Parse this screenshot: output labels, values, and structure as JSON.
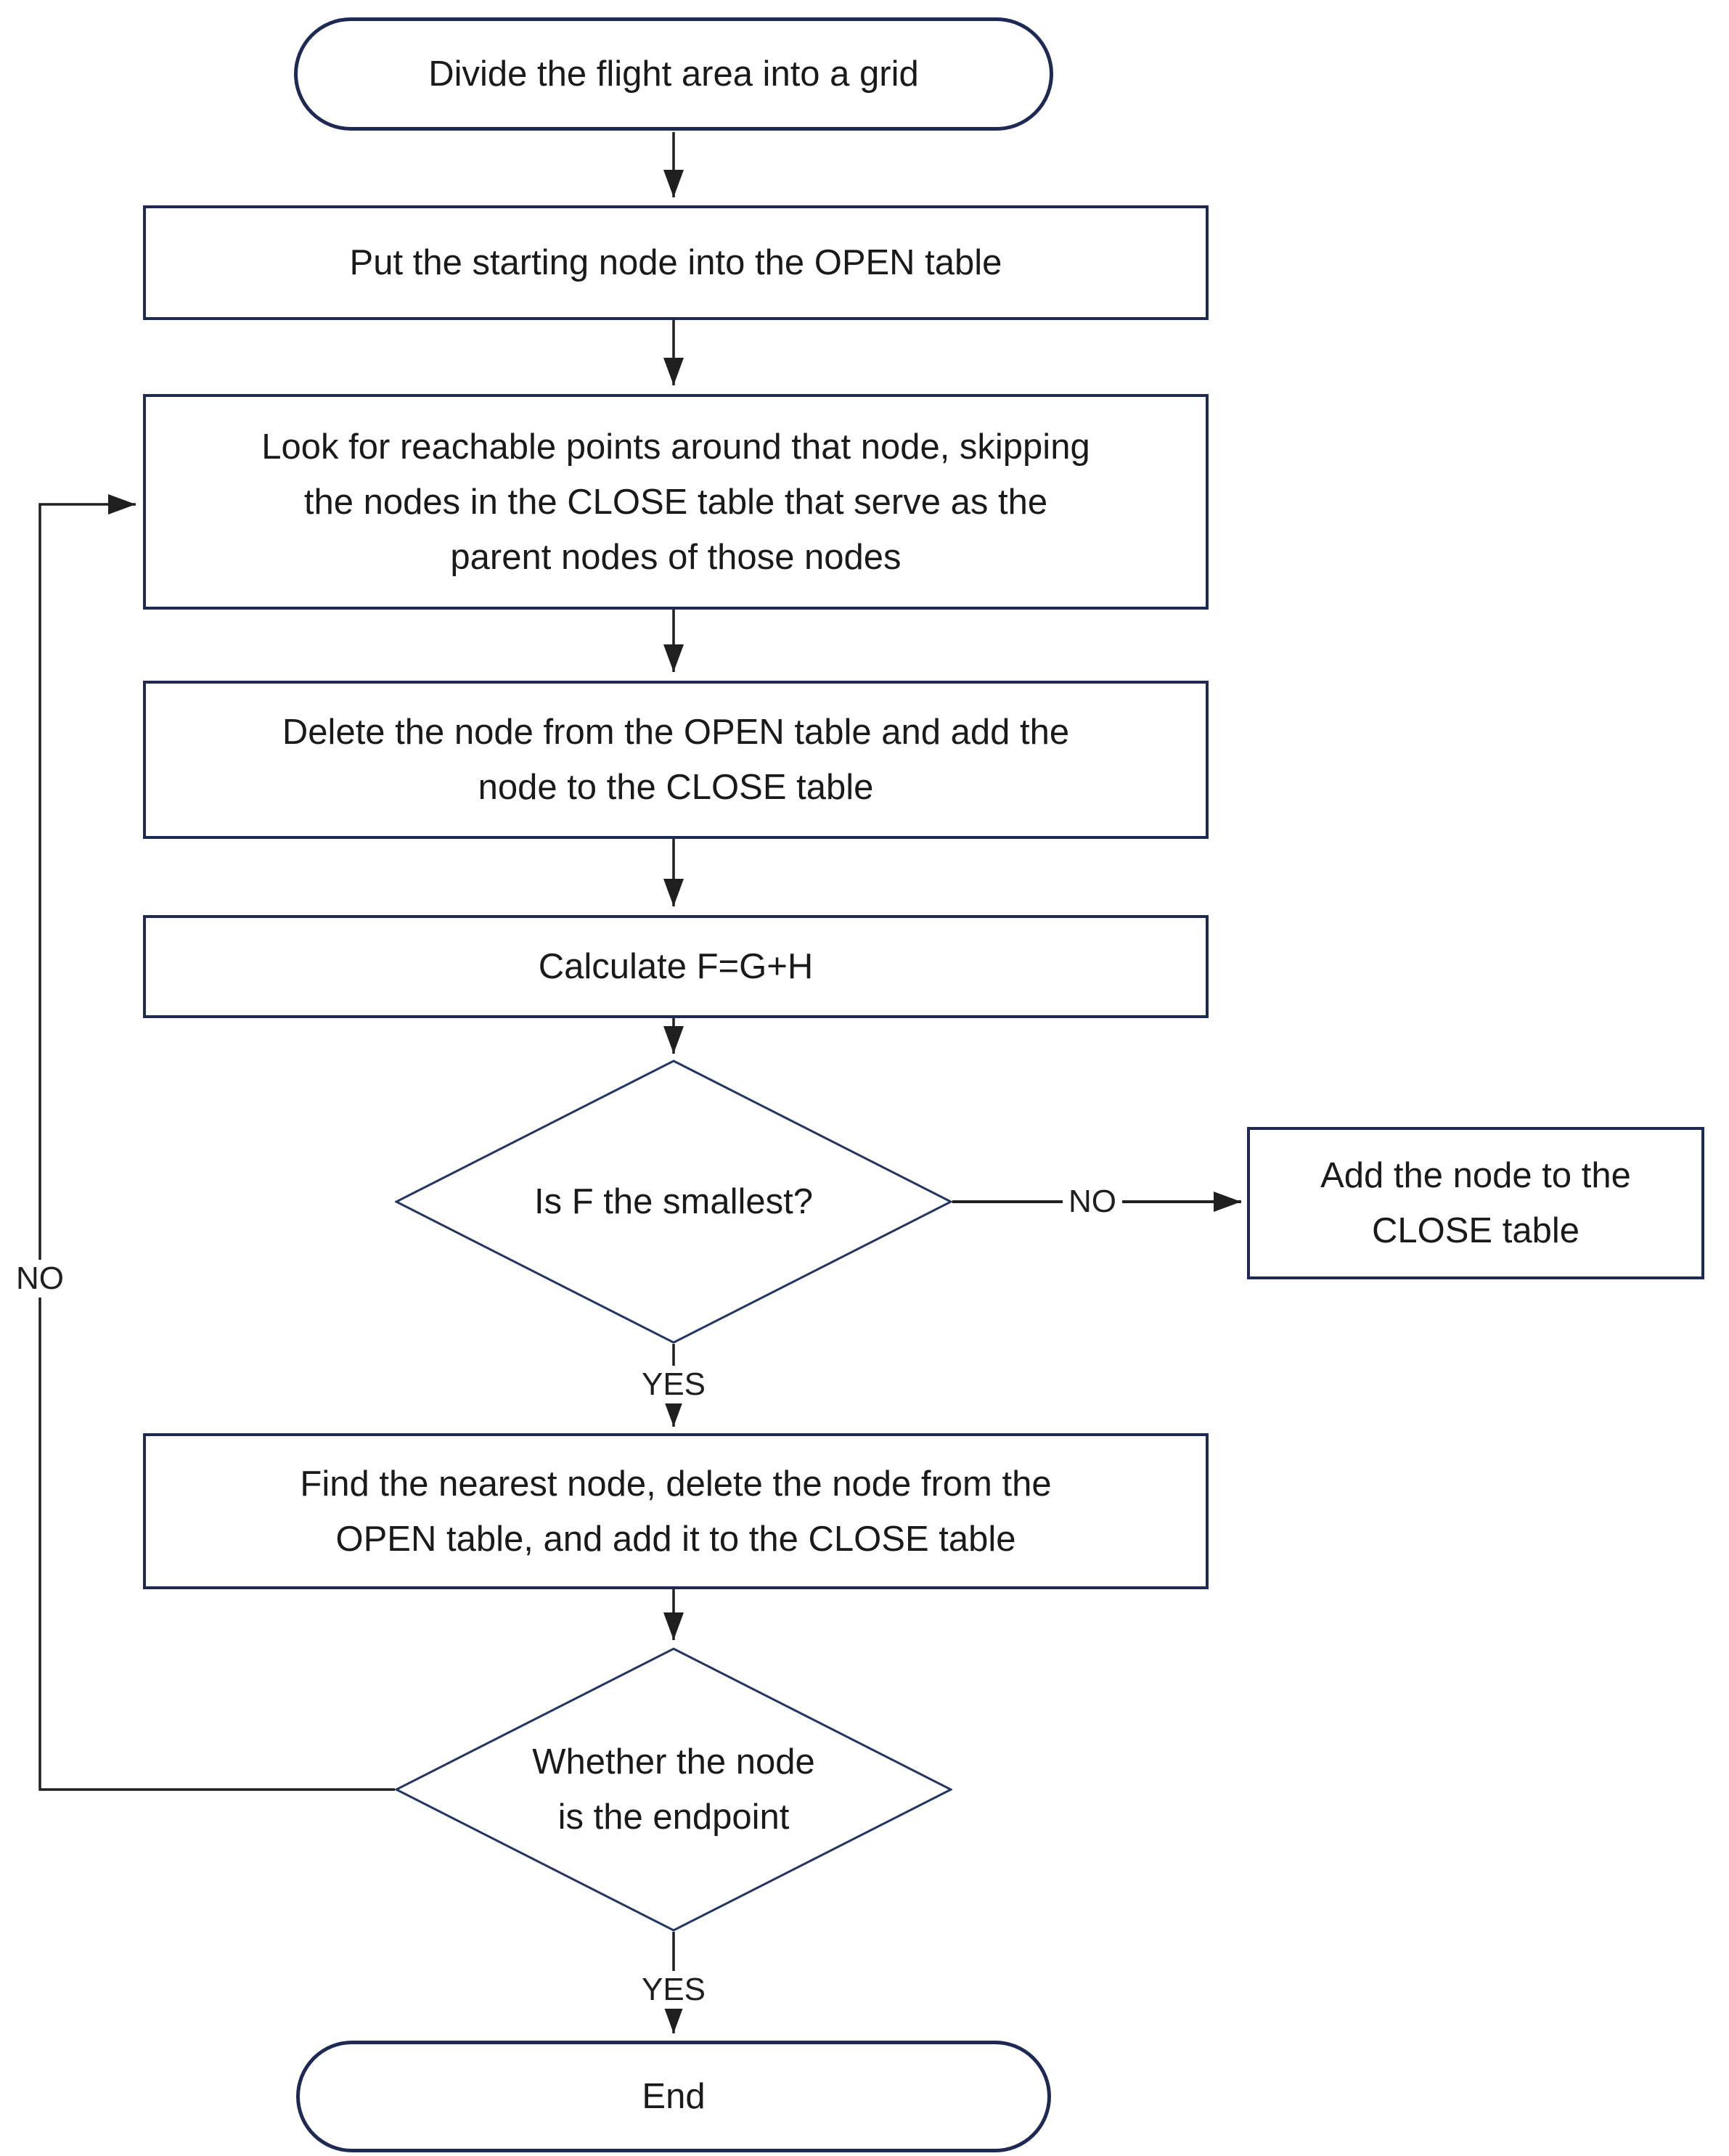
{
  "flowchart": {
    "colors": {
      "process_border": "#1e2a54",
      "decision_border": "#223563",
      "connector": "#1f1f1f",
      "text": "#1a1a1a",
      "background": "#ffffff"
    },
    "nodes": {
      "start": {
        "shape": "stadium",
        "label": "Divide the flight area into a grid"
      },
      "put_starting_node": {
        "shape": "process",
        "lines": [
          "Put the starting node into the OPEN table"
        ]
      },
      "look_for_reachable": {
        "shape": "process",
        "lines": [
          "Look for reachable points around that node, skipping",
          "the nodes in the CLOSE table that serve as the",
          "parent nodes of those nodes"
        ]
      },
      "delete_from_open": {
        "shape": "process",
        "lines": [
          "Delete the node from the OPEN table and add the",
          "node to the CLOSE table"
        ]
      },
      "calculate_f": {
        "shape": "process",
        "lines": [
          "Calculate F=G+H"
        ]
      },
      "is_f_smallest": {
        "shape": "decision",
        "lines": [
          "Is F the smallest?"
        ]
      },
      "add_node_to_close": {
        "shape": "process",
        "lines": [
          "Add the node to the",
          "CLOSE table"
        ]
      },
      "find_nearest_node": {
        "shape": "process",
        "lines": [
          "Find the nearest node, delete the node from the",
          "OPEN table, and add it to the CLOSE table"
        ]
      },
      "is_endpoint": {
        "shape": "decision",
        "lines": [
          "Whether the node",
          "is the endpoint"
        ]
      },
      "end": {
        "shape": "stadium",
        "label": "End"
      }
    },
    "edge_labels": {
      "no_right": "NO",
      "yes_after_f": "YES",
      "no_loop": "NO",
      "yes_end": "YES"
    }
  }
}
